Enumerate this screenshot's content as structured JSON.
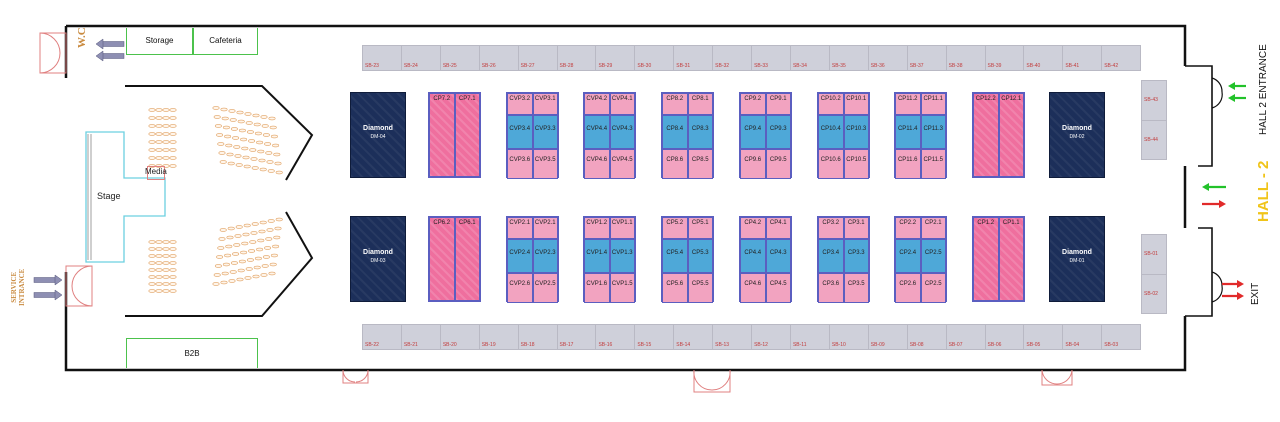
{
  "hall_title": "HALL - 2",
  "hall2_entrance": "HALL 2 ENTRANCE",
  "exit_label": "EXIT",
  "service_entrance": [
    "SERVICE",
    "INTRANCE"
  ],
  "wc_label": "W.C",
  "rooms": {
    "storage": "Storage",
    "cafeteria": "Cafeteria",
    "b2b": "B2B",
    "stage": "Stage",
    "media": "Media"
  },
  "colors": {
    "pink": "#f2a3c0",
    "hot_pink": "#ef6f9e",
    "blue": "#4ea8d8",
    "diamond": "#1c2f5a",
    "sb": "#cfd0da",
    "arrow_green": "#22c22a",
    "arrow_red": "#e12a2a",
    "hall_title": "#f0c419",
    "room_border": "#4cc24c",
    "sb_text": "#c23b3b"
  },
  "sb_top": [
    "SB-23",
    "SB-24",
    "SB-25",
    "SB-26",
    "SB-27",
    "SB-28",
    "SB-29",
    "SB-30",
    "SB-31",
    "SB-32",
    "SB-33",
    "SB-34",
    "SB-35",
    "SB-36",
    "SB-37",
    "SB-38",
    "SB-39",
    "SB-40",
    "SB-41",
    "SB-42"
  ],
  "sb_bottom": [
    "SB-22",
    "SB-21",
    "SB-20",
    "SB-19",
    "SB-18",
    "SB-17",
    "SB-16",
    "SB-15",
    "SB-14",
    "SB-13",
    "SB-12",
    "SB-11",
    "SB-10",
    "SB-09",
    "SB-08",
    "SB-07",
    "SB-06",
    "SB-05",
    "SB-04",
    "SB-03"
  ],
  "sb_right_top": [
    "SB-43",
    "SB-44"
  ],
  "sb_right_bottom": [
    "SB-01",
    "SB-02"
  ],
  "diamonds": [
    {
      "title": "Diamond",
      "code": "DM-04"
    },
    {
      "title": "Diamond",
      "code": "DM-02"
    },
    {
      "title": "Diamond",
      "code": "DM-03"
    },
    {
      "title": "Diamond",
      "code": "DM-01"
    }
  ],
  "blocks_top": [
    {
      "kind": "hot",
      "rows": [
        [
          "CP7.2",
          "CP7.1"
        ]
      ]
    },
    {
      "kind": "mix",
      "rows": [
        [
          "CVP3.2",
          "CVP3.1"
        ],
        [
          "CVP3.4",
          "CVP3.3"
        ],
        [
          "CVP3.6",
          "CVP3.5"
        ]
      ]
    },
    {
      "kind": "mix",
      "rows": [
        [
          "CVP4.2",
          "CVP4.1"
        ],
        [
          "CVP4.4",
          "CVP4.3"
        ],
        [
          "CVP4.6",
          "CVP4.5"
        ]
      ]
    },
    {
      "kind": "mix",
      "rows": [
        [
          "CP8.2",
          "CP8.1"
        ],
        [
          "CP8.4",
          "CP8.3"
        ],
        [
          "CP8.6",
          "CP8.5"
        ]
      ]
    },
    {
      "kind": "mix",
      "rows": [
        [
          "CP9.2",
          "CP9.1"
        ],
        [
          "CP9.4",
          "CP9.3"
        ],
        [
          "CP9.6",
          "CP9.5"
        ]
      ]
    },
    {
      "kind": "mix",
      "rows": [
        [
          "CP10.2",
          "CP10.1"
        ],
        [
          "CP10.4",
          "CP10.3"
        ],
        [
          "CP10.6",
          "CP10.5"
        ]
      ]
    },
    {
      "kind": "mix",
      "rows": [
        [
          "CP11.2",
          "CP11.1"
        ],
        [
          "CP11.4",
          "CP11.3"
        ],
        [
          "CP11.6",
          "CP11.5"
        ]
      ]
    },
    {
      "kind": "hot",
      "rows": [
        [
          "CP12.2",
          "CP12.1"
        ]
      ]
    }
  ],
  "blocks_bottom": [
    {
      "kind": "hot",
      "rows": [
        [
          "CP6.2",
          "CP6.1"
        ]
      ]
    },
    {
      "kind": "mix",
      "rows": [
        [
          "CVP2.1",
          "CVP2.1"
        ],
        [
          "CVP2.4",
          "CVP2.3"
        ],
        [
          "CVP2.6",
          "CVP2.5"
        ]
      ]
    },
    {
      "kind": "mix",
      "rows": [
        [
          "CVP1.2",
          "CVP1.1"
        ],
        [
          "CVP1.4",
          "CVP1.3"
        ],
        [
          "CVP1.6",
          "CVP1.5"
        ]
      ]
    },
    {
      "kind": "mix",
      "rows": [
        [
          "CP5.2",
          "CP5.1"
        ],
        [
          "CP5.4",
          "CP5.3"
        ],
        [
          "CP5.6",
          "CP5.5"
        ]
      ]
    },
    {
      "kind": "mix",
      "rows": [
        [
          "CP4.2",
          "CP4.1"
        ],
        [
          "CP4.4",
          "CP4.3"
        ],
        [
          "CP4.6",
          "CP4.5"
        ]
      ]
    },
    {
      "kind": "mix",
      "rows": [
        [
          "CP3.2",
          "CP3.1"
        ],
        [
          "CP3.4",
          "CP3.3"
        ],
        [
          "CP3.6",
          "CP3.5"
        ]
      ]
    },
    {
      "kind": "mix",
      "rows": [
        [
          "CP2.2",
          "CP2.1"
        ],
        [
          "CP2.4",
          "CP2.5"
        ],
        [
          "CP2.6",
          "CP2.5"
        ]
      ]
    },
    {
      "kind": "hot",
      "rows": [
        [
          "CP1.2",
          "CP1.1"
        ]
      ]
    }
  ]
}
